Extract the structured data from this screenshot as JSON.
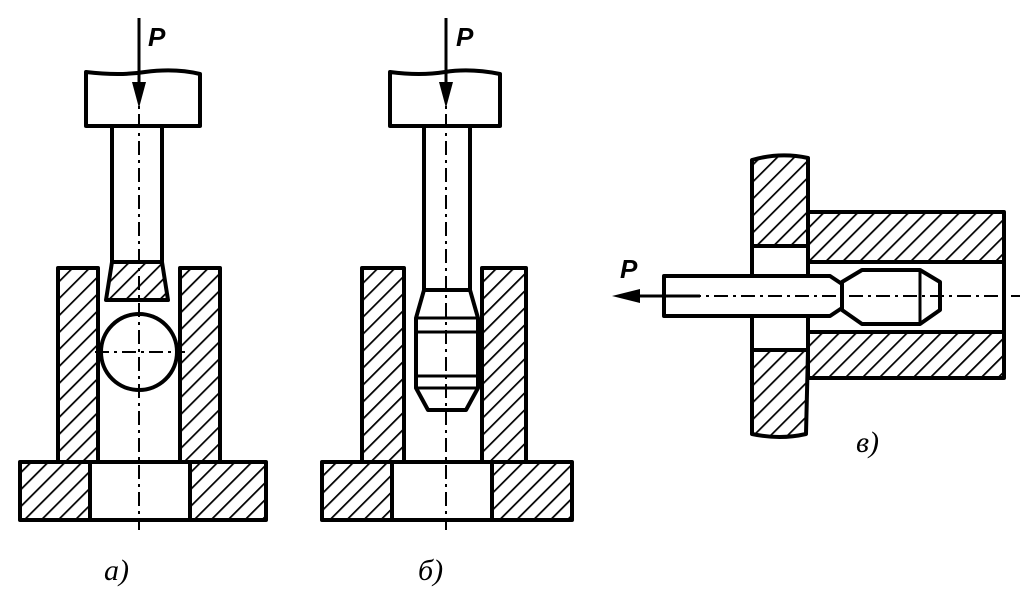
{
  "figure": {
    "force_label_a": "P",
    "force_label_b": "P",
    "force_label_c": "P",
    "caption_a": "а)",
    "caption_b": "б)",
    "caption_c": "в)"
  }
}
